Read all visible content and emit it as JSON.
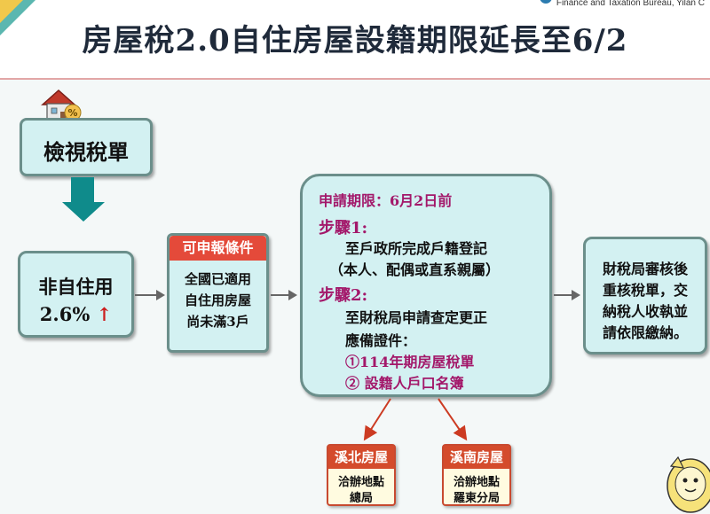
{
  "header": {
    "title": "房屋稅2.0自住房屋設籍期限延長至6/2",
    "bureau": "Finance and Taxation Bureau, Yilan C"
  },
  "flow": {
    "view_bill": "檢視稅單",
    "non_self_use": {
      "label": "非自住用",
      "rate": "2.6%"
    },
    "conditions": {
      "heading": "可申報條件",
      "lines": [
        "全國已適用",
        "自住用房屋",
        "尚未滿3戶"
      ]
    },
    "apply": {
      "deadline": "申請期限：6月2日前",
      "step1_label": "步驟1:",
      "step1_lines": [
        "至戶政所完成戶籍登記",
        "（本人、配偶或直系親屬）"
      ],
      "step2_label": "步驟2:",
      "step2_lines": [
        "至財稅局申請查定更正",
        "應備證件："
      ],
      "documents": [
        "①114年期房屋稅單",
        "② 設籍人戶口名簿"
      ]
    },
    "review": {
      "lines": [
        "財稅局審核後",
        "重核稅單，交",
        "納稅人收執並",
        "請依限繳納。"
      ]
    }
  },
  "offices": [
    {
      "heading": "溪北房屋",
      "lines": [
        "洽辦地點",
        "總局"
      ]
    },
    {
      "heading": "溪南房屋",
      "lines": [
        "洽辦地點",
        "羅東分局"
      ]
    }
  ],
  "icons": {
    "house": "house-percent-icon",
    "down_arrow": "down-arrow-icon",
    "up_arrow": "up-arrow-icon",
    "mascot": "mascot-icon"
  },
  "colors": {
    "box_fill": "#d3f1f2",
    "box_border": "#6b8f8b",
    "arrow_teal": "#0f8b8b",
    "label_red": "#e44a3a",
    "highlight_magenta": "#a3186a",
    "office_red": "#d44b2c"
  }
}
